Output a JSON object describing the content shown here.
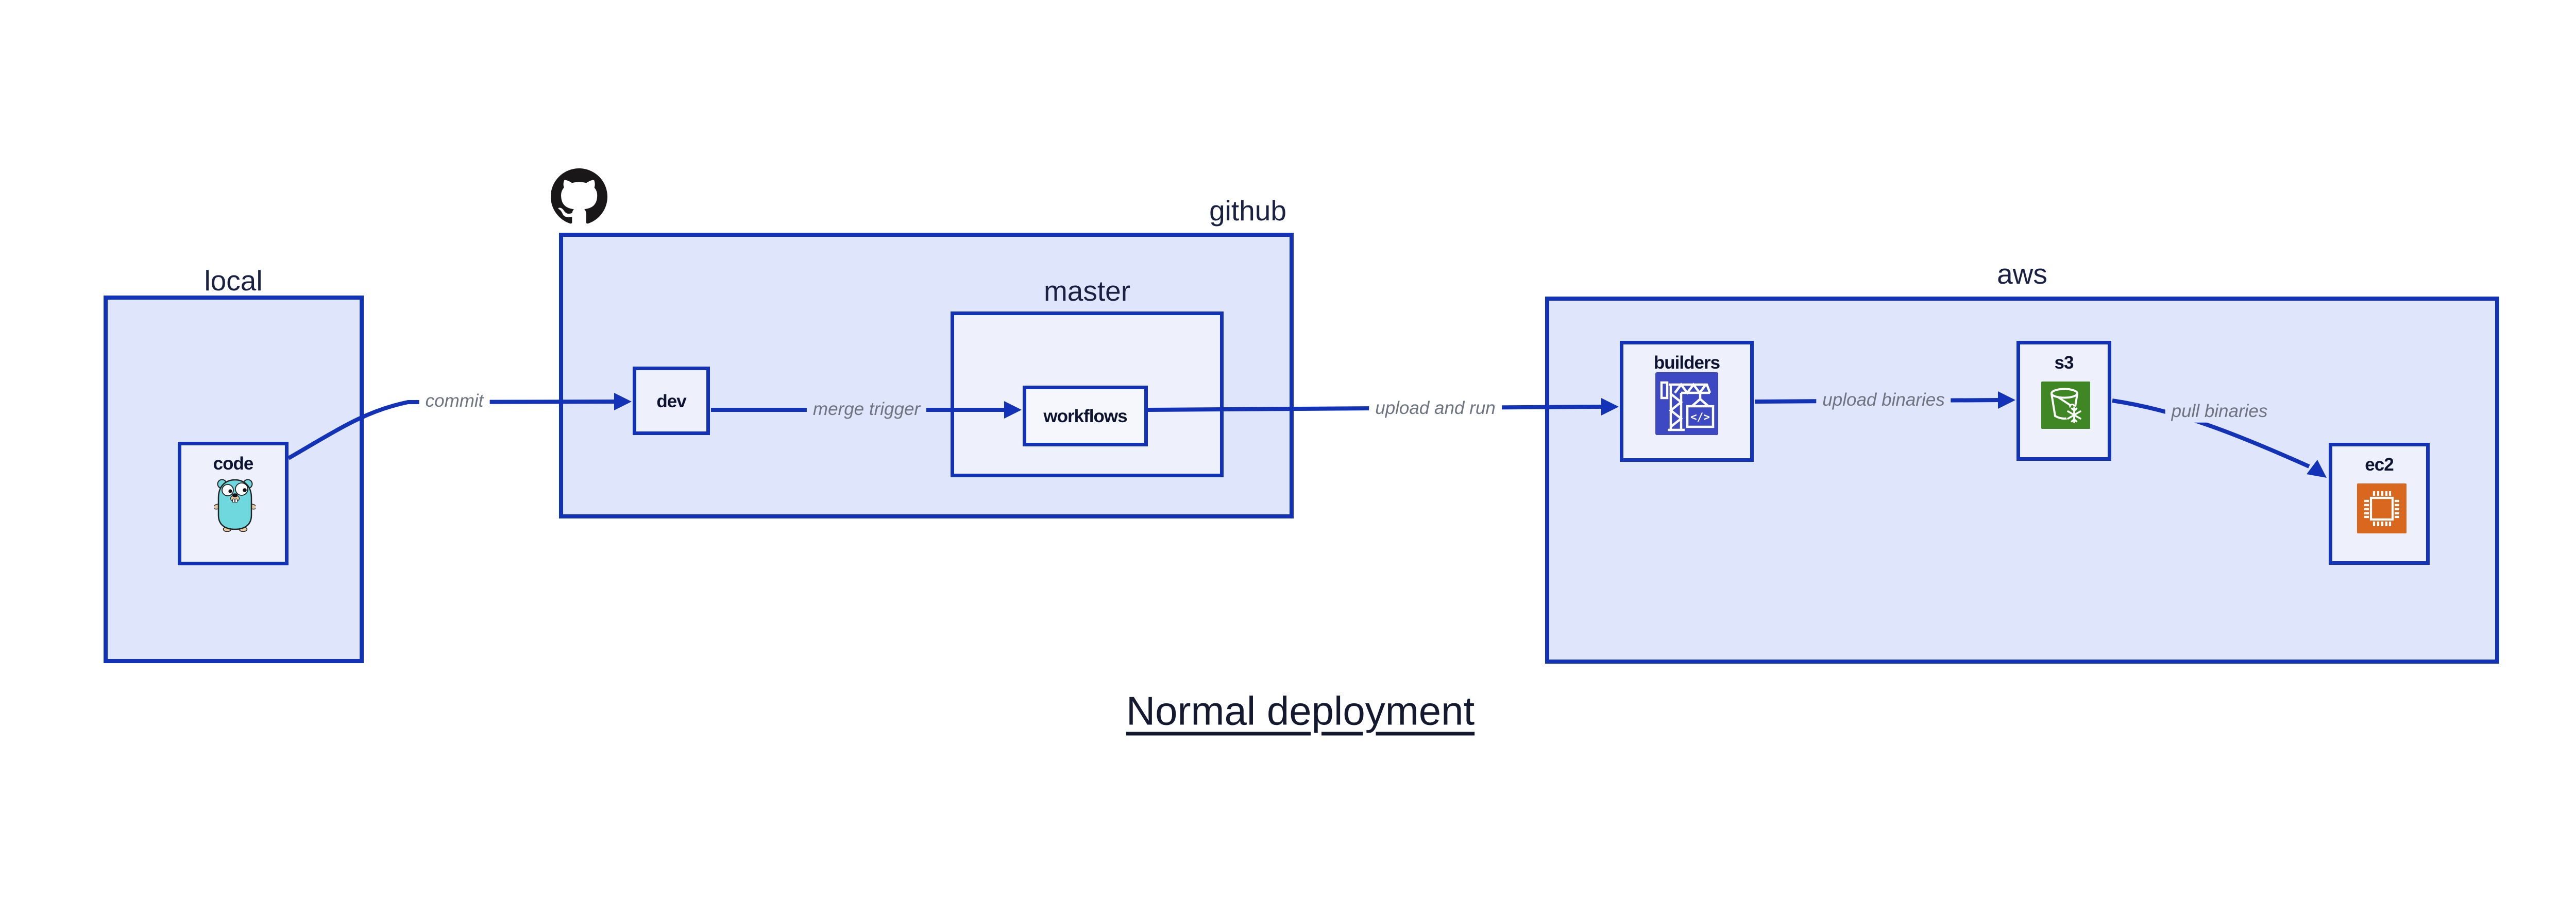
{
  "title": {
    "text": "Normal deployment"
  },
  "containers": {
    "local": {
      "label": "local"
    },
    "github": {
      "label": "github"
    },
    "master": {
      "label": "master"
    },
    "aws": {
      "label": "aws"
    }
  },
  "nodes": {
    "code": {
      "label": "code",
      "icon": "go-gopher-icon"
    },
    "dev": {
      "label": "dev"
    },
    "workflows": {
      "label": "workflows"
    },
    "builders": {
      "label": "builders",
      "icon": "codebuild-crane-icon",
      "icon_code_text": "</>"
    },
    "s3": {
      "label": "s3",
      "icon": "s3-bucket-snowflake-icon"
    },
    "ec2": {
      "label": "ec2",
      "icon": "ec2-chip-icon"
    }
  },
  "edges": {
    "commit": {
      "label": "commit"
    },
    "merge_trigger": {
      "label": "merge trigger"
    },
    "upload_and_run": {
      "label": "upload and run"
    },
    "upload_binaries": {
      "label": "upload binaries"
    },
    "pull_binaries": {
      "label": "pull binaries"
    }
  },
  "logo": {
    "name": "github-mark-icon"
  },
  "colors": {
    "stroke_blue": "#1233b8",
    "container_fill": "#dfe5fa",
    "node_fill": "#eef1fc",
    "workflows_fill": "#f5f7fd",
    "edge_label_gray": "#6e7480",
    "label_navy": "#0d1330",
    "builders_icon_indigo": "#3d49c3",
    "s3_icon_green": "#3f8624",
    "ec2_icon_orange": "#d9671e",
    "github_mark_black": "#191717",
    "gopher_teal": "#6fd8df"
  }
}
